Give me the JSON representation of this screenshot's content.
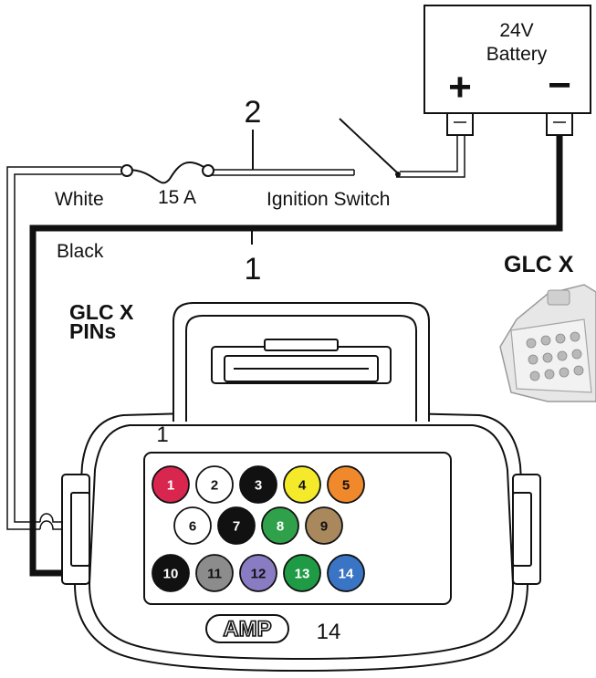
{
  "battery": {
    "label_line1": "24V",
    "label_line2": "Battery",
    "positive": "+",
    "negative": "−"
  },
  "labels": {
    "white_wire": "White",
    "fuse": "15 A",
    "ignition": "Ignition Switch",
    "black_wire": "Black",
    "marker_2": "2",
    "marker_1": "1",
    "pins_title_line1": "GLC X",
    "pins_title_line2": "PINs",
    "connector_title": "GLC X",
    "pin1_marker": "1",
    "amp_logo": "AMP",
    "pin14_marker": "14"
  },
  "pins": [
    {
      "num": "1",
      "color": "#d8264f",
      "text": "#ffffff"
    },
    {
      "num": "2",
      "color": "#ffffff",
      "text": "#111111"
    },
    {
      "num": "3",
      "color": "#111111",
      "text": "#ffffff"
    },
    {
      "num": "4",
      "color": "#f4ea2a",
      "text": "#111111"
    },
    {
      "num": "5",
      "color": "#f0892c",
      "text": "#111111"
    },
    {
      "num": "6",
      "color": "#ffffff",
      "text": "#111111"
    },
    {
      "num": "7",
      "color": "#111111",
      "text": "#ffffff"
    },
    {
      "num": "8",
      "color": "#2fa14a",
      "text": "#ffffff"
    },
    {
      "num": "9",
      "color": "#a8885c",
      "text": "#111111"
    },
    {
      "num": "10",
      "color": "#111111",
      "text": "#ffffff"
    },
    {
      "num": "11",
      "color": "#8c8c8c",
      "text": "#111111"
    },
    {
      "num": "12",
      "color": "#8a7cc2",
      "text": "#111111"
    },
    {
      "num": "13",
      "color": "#1f9a45",
      "text": "#ffffff"
    },
    {
      "num": "14",
      "color": "#3a74c4",
      "text": "#ffffff"
    }
  ]
}
